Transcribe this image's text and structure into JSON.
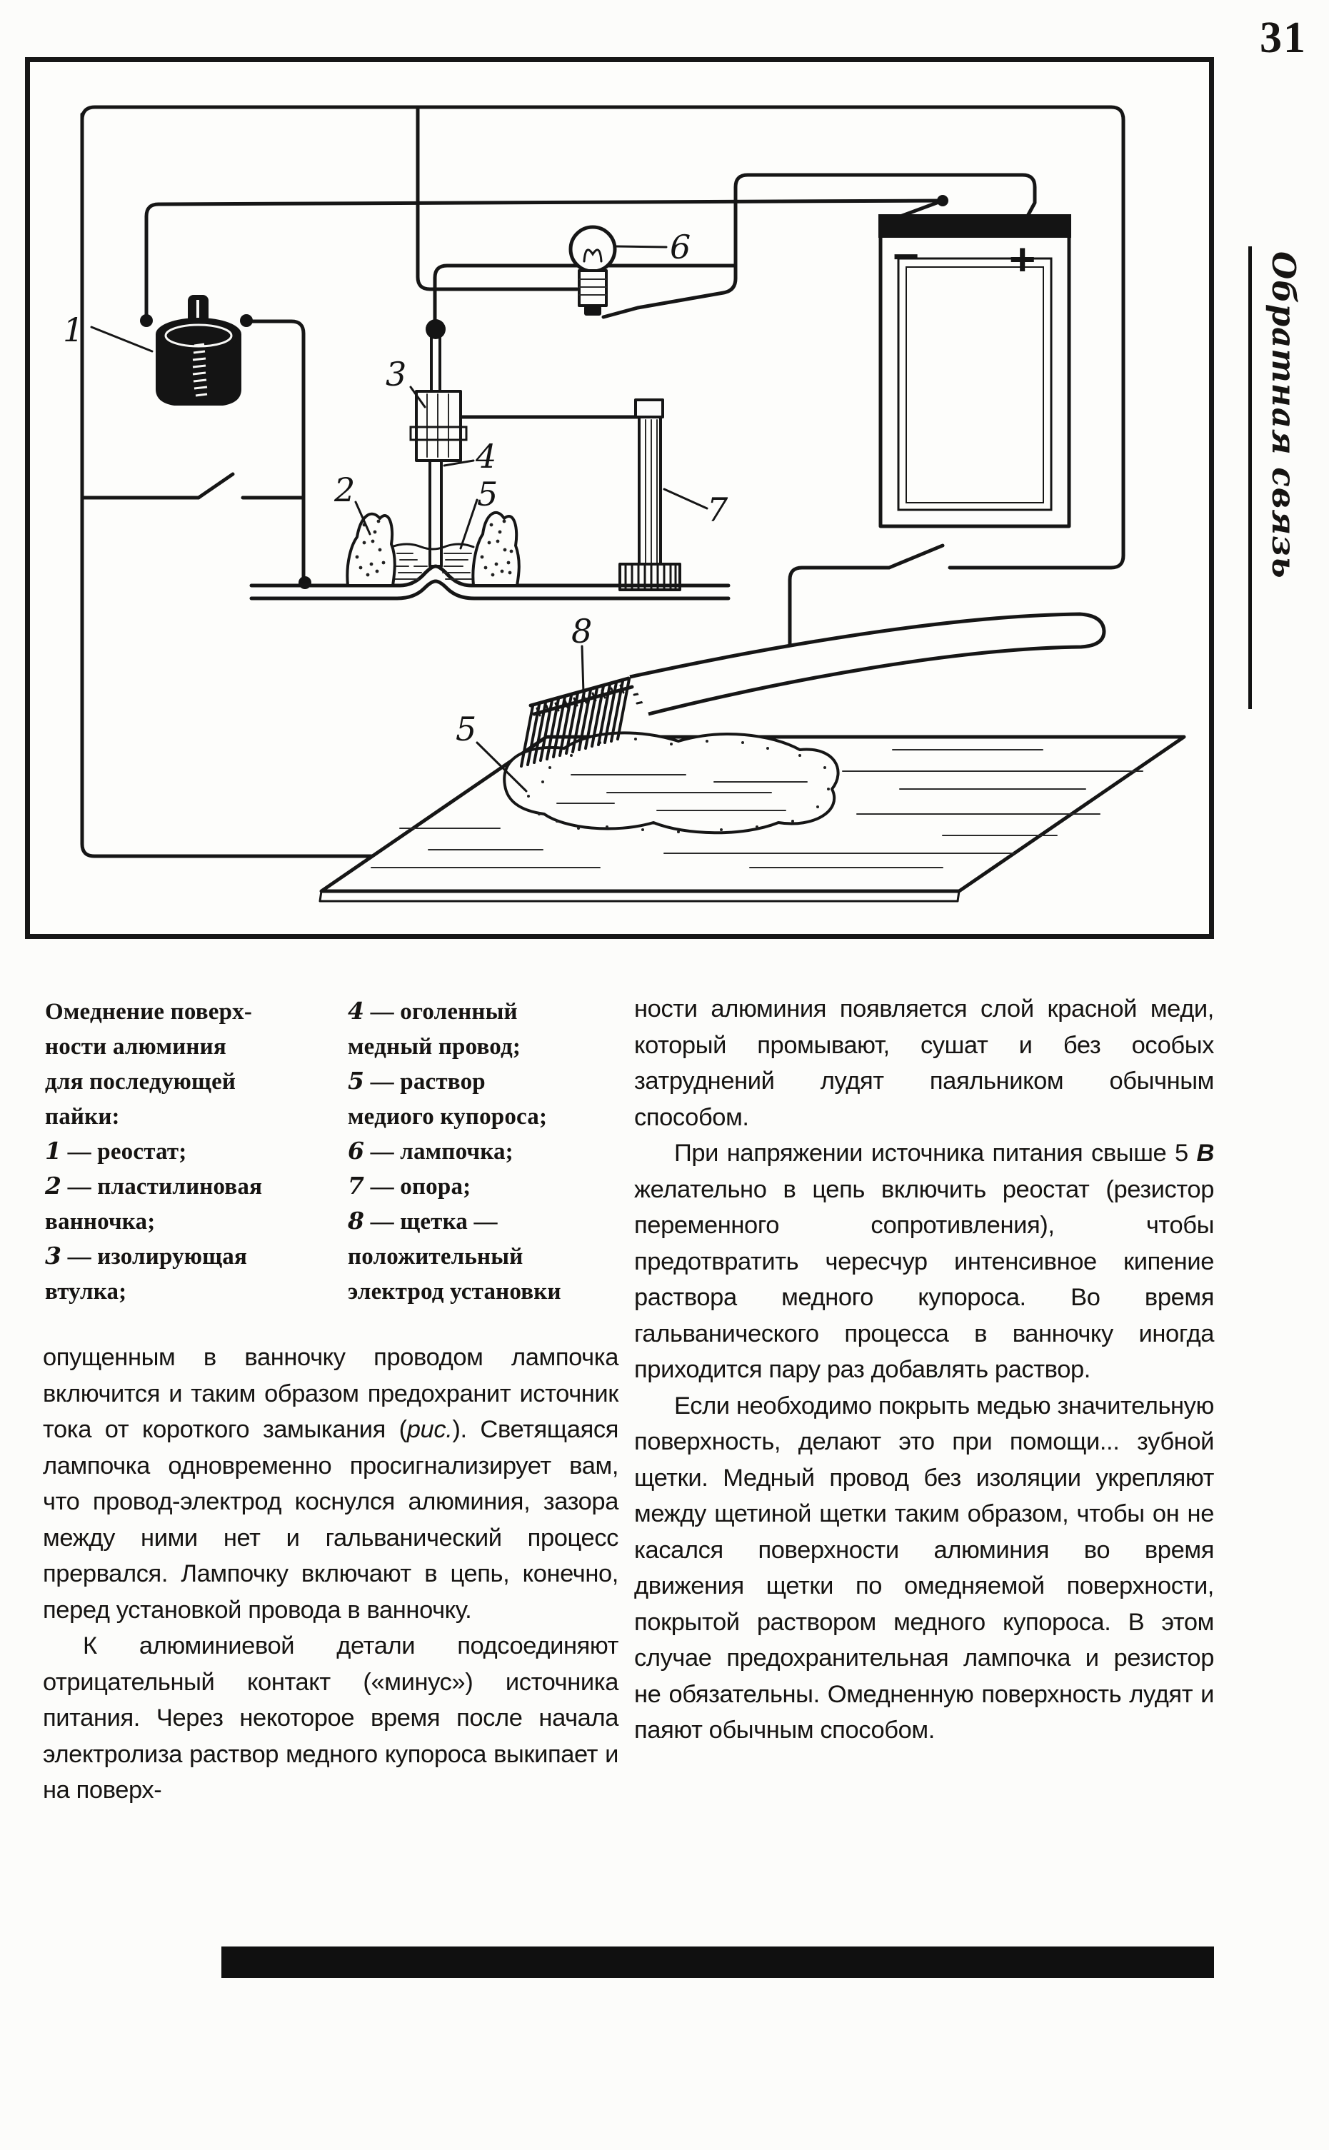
{
  "page": {
    "number": "31",
    "margin_label": "Обратная связь"
  },
  "figure": {
    "labels": {
      "l1": "1",
      "l2": "2",
      "l3": "3",
      "l4": "4",
      "l5": "5",
      "l6": "6",
      "l7": "7",
      "l8": "8",
      "l5b": "5"
    },
    "battery": {
      "minus": "−",
      "plus": "+"
    }
  },
  "caption": {
    "col1": [
      {
        "n": "",
        "t": "Омеднение поверх-"
      },
      {
        "n": "",
        "t": "ности алюминия"
      },
      {
        "n": "",
        "t": "для последующей"
      },
      {
        "n": "",
        "t": "пайки:"
      },
      {
        "n": "1",
        "t": " — реостат;"
      },
      {
        "n": "2",
        "t": " — пластилиновая"
      },
      {
        "n": "",
        "t": "ванночка;"
      },
      {
        "n": "3",
        "t": " — изолирующая"
      },
      {
        "n": "",
        "t": "втулка;"
      }
    ],
    "col2": [
      {
        "n": "4",
        "t": " — оголенный"
      },
      {
        "n": "",
        "t": "медный провод;"
      },
      {
        "n": "5",
        "t": " — раствор"
      },
      {
        "n": "",
        "t": "медиого купороса;"
      },
      {
        "n": "6",
        "t": " — лампочка;"
      },
      {
        "n": "7",
        "t": " — опора;"
      },
      {
        "n": "8",
        "t": " — щетка —"
      },
      {
        "n": "",
        "t": "положительный"
      },
      {
        "n": "",
        "t": "электрод установки"
      }
    ]
  },
  "body": {
    "left": {
      "p1a": "опущенным в ванночку проводом лампочка включится и таким образом предохранит источник тока от короткого замыкания (",
      "p1fig": "рис.",
      "p1b": "). Светящаяся лампочка одновременно просигнализирует вам, что провод-электрод коснулся алюминия, зазора между ними нет и гальванический процесс прервался. Лампочку включают  в цепь, конечно, перед установкой провода в ванночку.",
      "p2": "К алюминиевой детали подсоединяют отрицательный контакт («минус») источника питания. Через некоторое время после начала электролиза раствор медного купороса выкипает и на поверх-"
    },
    "right": {
      "p1": "ности алюминия появляется слой красной меди, который промывают, сушат и без особых затруднений лудят паяльником обычным способом.",
      "p2a": "При напряжении источника питания свыше 5 ",
      "p2v": "В",
      "p2b": " желательно в цепь включить реостат (резистор переменного сопротивления), чтобы предотвратить чересчур интенсивное  кипение раствора медного купороса. Во время гальванического процесса в ванночку иногда приходится пару раз добавлять раствор.",
      "p3": "Если необходимо покрыть медью значительную поверхность, делают это при помощи... зубной щетки. Медный провод без изоляции укрепляют между щетиной щетки таким образом, чтобы он не касался поверхности алюминия во время движения щетки по омедняемой поверхности, покрытой раствором медного купороса. В этом случае предохранительная лампочка и резистор не обязательны. Омедненную поверхность лудят и паяют обычным способом."
    }
  }
}
